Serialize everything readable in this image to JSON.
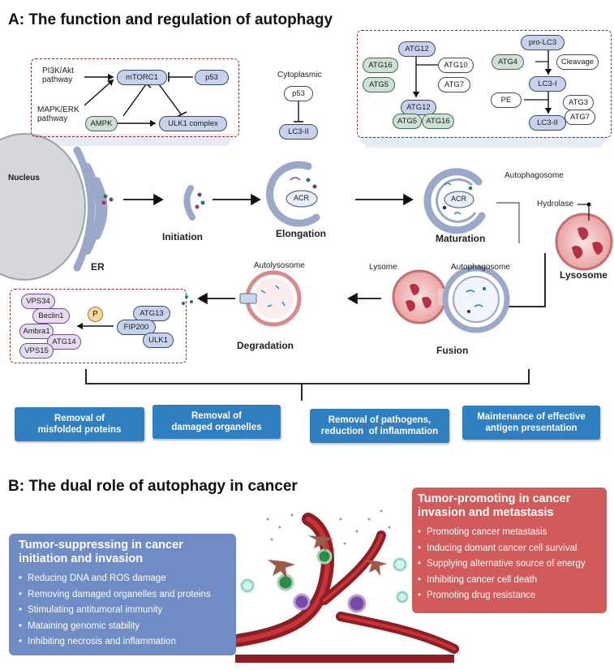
{
  "section_a": {
    "title": "A: The function and regulation of autophagy"
  },
  "regulation_box": {
    "pi3k": "PI3K/Akt\npathway",
    "mapk": "MAPK/ERK\npathway",
    "mtorc1": "mTORC1",
    "p53": "p53",
    "ampk": "AMPK",
    "ulk1_complex": "ULK1 complex"
  },
  "cytoplasmic": {
    "label": "Cytoplasmic",
    "p53": "p53",
    "lc3ii": "LC3-II"
  },
  "atg_box": {
    "atg12_top": "ATG12",
    "atg16": "ATG16",
    "atg5": "ATG5",
    "atg10": "ATG10",
    "atg7": "ATG7",
    "atg12_bottom": "ATG12",
    "atg5_bottom": "ATG5",
    "atg16_bottom": "ATG16",
    "pro_lc3": "pro-LC3",
    "atg4": "ATG4",
    "cleavage": "Cleavage",
    "lc3i": "LC3-I",
    "pe": "PE",
    "atg3": "ATG3",
    "atg7_right": "ATG7",
    "lc3ii": "LC3-II"
  },
  "process": {
    "nucleus": "Nucleus",
    "er": "ER",
    "initiation": "Initiation",
    "elongation": "Elongation",
    "maturation": "Maturation",
    "autophagosome": "Autophagosome",
    "hydrolase": "Hydrolase",
    "lysosome": "Lysosome",
    "acr1": "ACR",
    "acr2": "ACR",
    "autolysosome": "Autolysosome",
    "lysome": "Lysome",
    "autophagosome2": "Autophagosome",
    "fusion": "Fusion",
    "degradation": "Degradation"
  },
  "complex_box": {
    "vps34": "VPS34",
    "beclin1": "Beclin1",
    "ambra1": "Ambra1",
    "atg14": "ATG14",
    "vps15": "VPS15",
    "p": "P",
    "atg13": "ATG13",
    "fip200": "FIP200",
    "ulk1": "ULK1"
  },
  "functions": [
    "Removal of\nmisfolded proteins",
    "Removal of\ndamaged organelles",
    "Removal of pathogens,\nreduction  of inflammation",
    "Maintenance of effective\nantigen presentation"
  ],
  "section_b": {
    "title": "B: The dual role of autophagy in cancer"
  },
  "suppressing": {
    "title": "Tumor-suppressing in cancer\ninitiation and invasion",
    "items": [
      "Reducing DNA and ROS damage",
      "Removing damaged organelles and proteins",
      "Stimulating antitumoral immunity",
      "Mataining genomic stability",
      "Inhibiting necrosis and inflammation"
    ]
  },
  "promoting": {
    "title": "Tumor-promoting in cancer\ninvasion and metastasis",
    "items": [
      "Promoting cancer metastasis",
      "Inducing domant cancer cell survival",
      "Supplying alternative source of energy",
      "Inhibiting cancer cell death",
      "Promoting drug resistance"
    ]
  },
  "colors": {
    "blue_panel": "#6f8cc4",
    "red_panel": "#d15a5a",
    "function_blue": "#2f7fc1",
    "dashed_border": "#8b2a2a"
  }
}
